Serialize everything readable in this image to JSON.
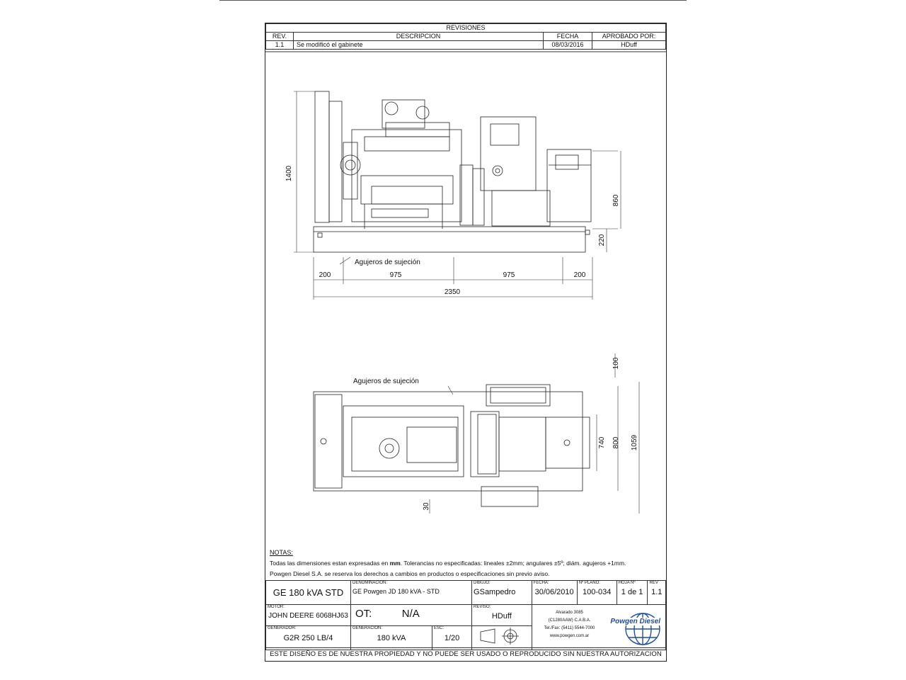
{
  "revisions": {
    "title": "REVISIONES",
    "headers": {
      "rev": "REV.",
      "desc": "DESCRIPCION",
      "date": "FECHA",
      "approved": "APROBADO POR:"
    },
    "rows": [
      {
        "rev": "1.1",
        "desc": "Se modificó el gabinete",
        "date": "08/03/2016",
        "approved": "HDuff"
      }
    ]
  },
  "front_view": {
    "height_total": "1400",
    "height_cabinet": "860",
    "height_base": "220",
    "holes_label": "Agujeros de sujeción",
    "dim_200_left": "200",
    "dim_975_left": "975",
    "dim_975_right": "975",
    "dim_200_right": "200",
    "dim_total": "2350"
  },
  "top_view": {
    "holes_label": "Agujeros de sujeción",
    "dim_100": "100",
    "dim_740": "740",
    "dim_800": "800",
    "dim_1059": "1059",
    "dim_30": "30"
  },
  "notes": {
    "title": "NOTAS:",
    "line1_pre": "Todas las dimensiones estan expresadas en ",
    "line1_bold": "mm",
    "line1_post": ". Tolerancias no especificadas: lineales ±2mm; angulares ±5º; diám. agujeros +1mm.",
    "line2": "Powgen Diesel S.A. se reserva los derechos a cambios en productos o especificaciones sin previo aviso."
  },
  "titleblock": {
    "name": "GE 180 kVA STD",
    "denominacion_label": "DENOMINACION:",
    "denominacion": "GE Powgen JD 180 kVA - STD",
    "dibujo_label": "DIBUJO:",
    "dibujo": "GSampedro",
    "fecha_label": "FECHA:",
    "fecha": "30/06/2010",
    "plano_label": "Nº PLANO:",
    "plano": "100-034",
    "hoja_label": "HOJA Nº",
    "hoja": "1 de 1",
    "rev_label": "REV",
    "rev": "1.1",
    "motor_label": "MOTOR:",
    "motor": "JOHN DEERE 6068HJ63",
    "ot_label": "OT:",
    "ot": "N/A",
    "reviso_label": "REVISO:",
    "reviso": "HDuff",
    "generador_label": "GENERADOR:",
    "generador": "G2R 250 LB/4",
    "generacion_label": "GENERACION:",
    "generacion": "180 kVA",
    "esc_label": "ESC:",
    "esc": "1/20",
    "address1": "Alvarado 3085",
    "address2": "(C1280AAW) C.A.B.A.",
    "phone": "Tel./Fax: (5411) 5544-7000",
    "web": "www.powgen.com.ar",
    "brand": "Powgen Diesel"
  },
  "footer": "ESTE DISEÑO ES DE NUESTRA PROPIEDAD Y NO PUEDE SER USADO O REPRODUCIDO SIN NUESTRA AUTORIZACION"
}
